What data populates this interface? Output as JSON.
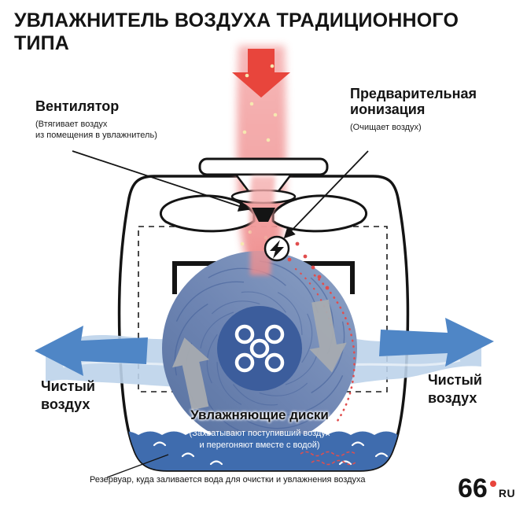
{
  "title": "УВЛАЖНИТЕЛЬ ВОЗДУХА ТРАДИЦИОННОГО ТИПА",
  "callouts": {
    "fan": {
      "title": "Вентилятор",
      "desc": "(Втягивает воздух\nиз помещения в увлажнитель)"
    },
    "ionization": {
      "title": "Предварительная\nионизация",
      "desc": "(Очищает воздух)"
    },
    "disks": {
      "title": "Увлажняющие диски",
      "desc": "(Захватывают поступивший воздух\nи перегоняют вместе с водой)"
    },
    "clean_air_left": "Чистый\nвоздух",
    "clean_air_right": "Чистый\nвоздух",
    "reservoir": "Резервуар, куда заливается вода для очистки и увлажнения  воздуха"
  },
  "logo": {
    "number": "66",
    "suffix": "RU"
  },
  "colors": {
    "accent_red": "#e8453c",
    "stream_pink": "#f29d9d",
    "band_blue": "#bdd3ea",
    "arrow_blue": "#4f86c6",
    "disk_blue": "#6b86b4",
    "hub_blue": "#3c5d9c",
    "water_blue": "#3f6cae",
    "rotation_arrow_gray": "#a7abb0",
    "particle_pale": "#f6e8b0",
    "particle_red": "#e14e4e"
  }
}
